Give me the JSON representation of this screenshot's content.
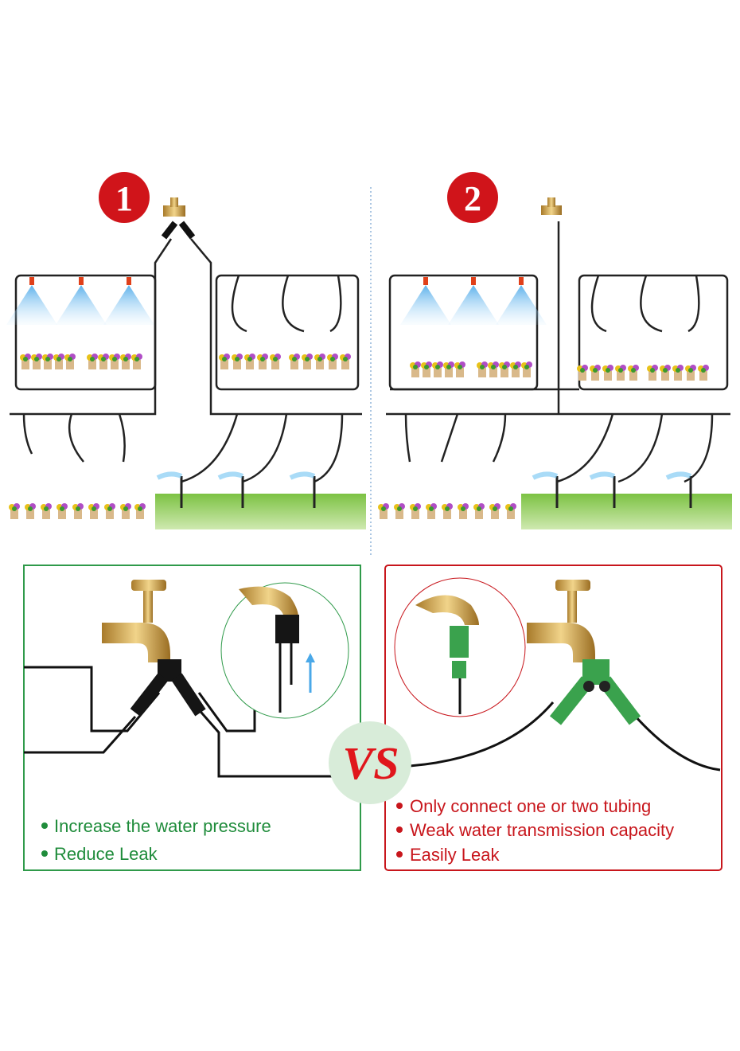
{
  "badges": {
    "option1": "1",
    "option2": "2"
  },
  "vs_label": "VS",
  "left_panel": {
    "bullets": [
      "Increase the water pressure",
      "Reduce Leak"
    ],
    "color": "#1f8c3b"
  },
  "right_panel": {
    "bullets": [
      "Only connect one or two tubing",
      "Weak water transmission capacity",
      "Easily Leak"
    ],
    "color": "#c8161c"
  },
  "icons": [
    "faucet-icon",
    "y-splitter-icon",
    "mist-sprinkler-icon",
    "drip-stake-icon",
    "flower-pot-icon",
    "grass-icon"
  ]
}
